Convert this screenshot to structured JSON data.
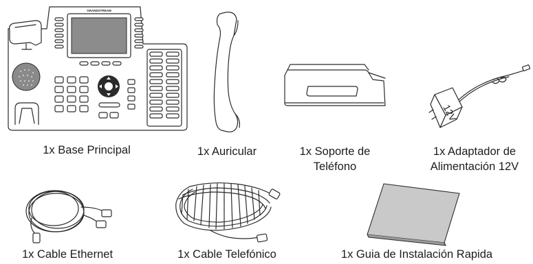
{
  "brand_label": "GRANDSTREAM",
  "items": [
    {
      "id": "base",
      "line1": "1x Base Principal",
      "line2": ""
    },
    {
      "id": "handset",
      "line1": "1x Auricular",
      "line2": ""
    },
    {
      "id": "stand",
      "line1": "1x Soporte de",
      "line2": "Teléfono"
    },
    {
      "id": "adapter",
      "line1": "1x Adaptador de",
      "line2": "Alimentación 12V",
      "adapter_label": "12V"
    },
    {
      "id": "ethernet",
      "line1": "1x Cable Ethernet",
      "line2": ""
    },
    {
      "id": "phone-cord",
      "line1": "1x Cable Telefónico",
      "line2": ""
    },
    {
      "id": "guide",
      "line1": "1x Guia de Instalación Rapida",
      "line2": ""
    }
  ]
}
